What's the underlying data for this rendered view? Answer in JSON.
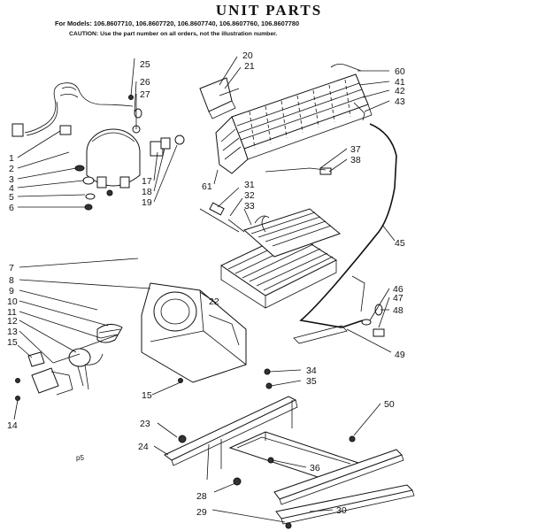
{
  "header": {
    "title": "UNIT PARTS",
    "models": "For Models: 106.8607710, 106.8607720, 106.8607740, 106.8607760, 106.8607780",
    "caution": "CAUTION: Use the part number on all orders, not the illustration number."
  },
  "corner_mark": "p5",
  "callouts": [
    {
      "id": "1",
      "label": "1"
    },
    {
      "id": "2",
      "label": "2"
    },
    {
      "id": "3",
      "label": "3"
    },
    {
      "id": "4",
      "label": "4"
    },
    {
      "id": "5",
      "label": "5"
    },
    {
      "id": "6",
      "label": "6"
    },
    {
      "id": "7",
      "label": "7"
    },
    {
      "id": "8",
      "label": "8"
    },
    {
      "id": "9",
      "label": "9"
    },
    {
      "id": "10",
      "label": "10"
    },
    {
      "id": "11",
      "label": "11"
    },
    {
      "id": "12",
      "label": "12"
    },
    {
      "id": "13",
      "label": "13"
    },
    {
      "id": "14",
      "label": "14"
    },
    {
      "id": "15a",
      "label": "15"
    },
    {
      "id": "15b",
      "label": "15"
    },
    {
      "id": "17",
      "label": "17"
    },
    {
      "id": "18",
      "label": "18"
    },
    {
      "id": "19",
      "label": "19"
    },
    {
      "id": "20",
      "label": "20"
    },
    {
      "id": "21",
      "label": "21"
    },
    {
      "id": "22",
      "label": "22"
    },
    {
      "id": "23",
      "label": "23"
    },
    {
      "id": "24",
      "label": "24"
    },
    {
      "id": "25",
      "label": "25"
    },
    {
      "id": "26",
      "label": "26"
    },
    {
      "id": "27",
      "label": "27"
    },
    {
      "id": "28",
      "label": "28"
    },
    {
      "id": "29",
      "label": "29"
    },
    {
      "id": "30",
      "label": "30"
    },
    {
      "id": "31",
      "label": "31"
    },
    {
      "id": "32",
      "label": "32"
    },
    {
      "id": "33",
      "label": "33"
    },
    {
      "id": "34",
      "label": "34"
    },
    {
      "id": "35",
      "label": "35"
    },
    {
      "id": "36",
      "label": "36"
    },
    {
      "id": "37",
      "label": "37"
    },
    {
      "id": "38",
      "label": "38"
    },
    {
      "id": "41",
      "label": "41"
    },
    {
      "id": "42",
      "label": "42"
    },
    {
      "id": "43",
      "label": "43"
    },
    {
      "id": "45",
      "label": "45"
    },
    {
      "id": "46",
      "label": "46"
    },
    {
      "id": "47",
      "label": "47"
    },
    {
      "id": "48",
      "label": "48"
    },
    {
      "id": "49",
      "label": "49"
    },
    {
      "id": "50",
      "label": "50"
    },
    {
      "id": "60",
      "label": "60"
    },
    {
      "id": "61",
      "label": "61"
    }
  ]
}
